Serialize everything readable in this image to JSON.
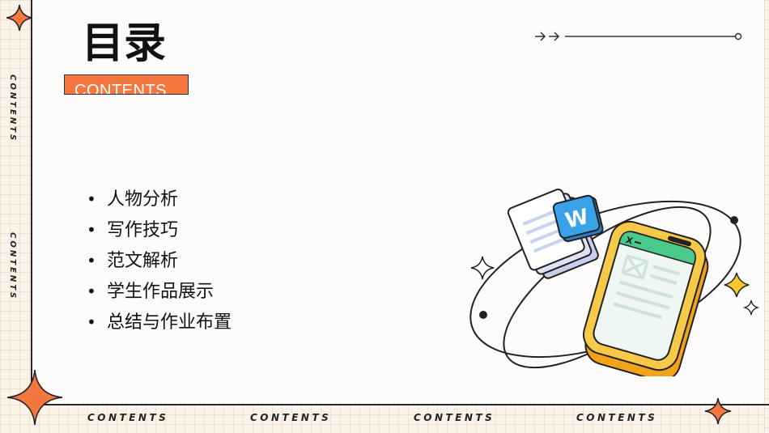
{
  "header": {
    "title": "目录",
    "badge": "CONTENTS"
  },
  "side_labels": [
    "CONTENTS",
    "CONTENTS"
  ],
  "bottom_labels": [
    "CONTENTS",
    "CONTENTS",
    "CONTENTS",
    "CONTENTS"
  ],
  "toc": {
    "items": [
      "人物分析",
      "写作技巧",
      "范文解析",
      "学生作品展示",
      "总结与作业布置"
    ]
  },
  "illustration": {
    "word_letter": "W",
    "excel_letter": "X"
  },
  "colors": {
    "accent": "#f4773f",
    "sparkle_yellow": "#f7c72c",
    "phone_yellow": "#f7c948",
    "word_blue": "#3aa2e8",
    "excel_green": "#49c98a"
  }
}
